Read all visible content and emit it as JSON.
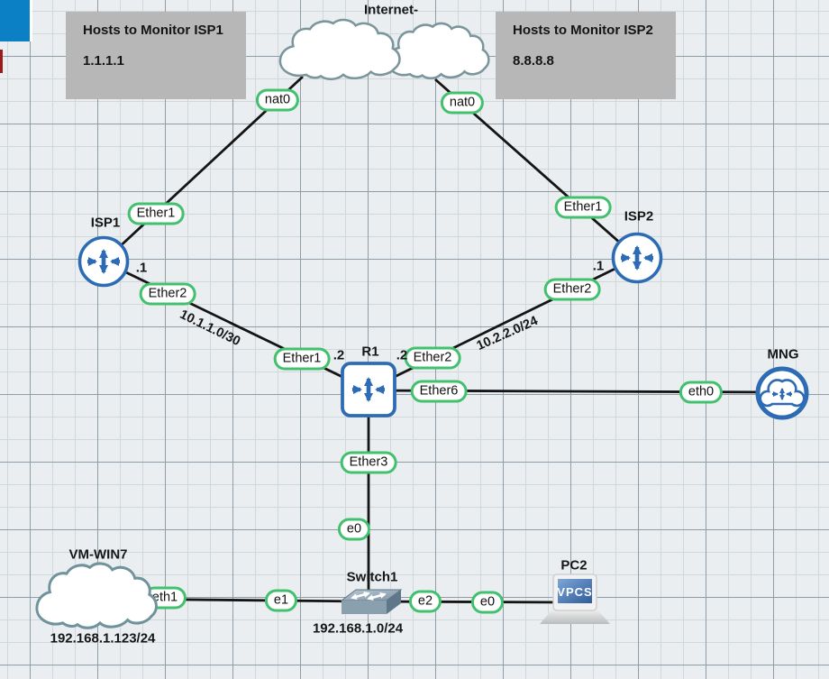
{
  "title": "GNS3 network topology canvas",
  "notes": [
    {
      "title": "Hosts to Monitor ISP1",
      "value": "1.1.1.1"
    },
    {
      "title": "Hosts to Monitor ISP2",
      "value": "8.8.8.8"
    }
  ],
  "nodes": {
    "internet": "Internet-",
    "isp1": "ISP1",
    "isp2": "ISP2",
    "r1": "R1",
    "mng": "MNG",
    "switch1": "Switch1",
    "pc2": "PC2",
    "vmwin7": "VM-WIN7"
  },
  "pills": {
    "nat0_isp1": "nat0",
    "nat0_isp2": "nat0",
    "isp1_ether1": "Ether1",
    "isp1_ether2": "Ether2",
    "isp2_ether1": "Ether1",
    "isp2_ether2": "Ether2",
    "r1_ether1": "Ether1",
    "r1_ether2": "Ether2",
    "r1_ether6": "Ether6",
    "r1_ether3": "Ether3",
    "mng_eth0": "eth0",
    "sw_e0": "e0",
    "sw_e1": "e1",
    "sw_e2": "e2",
    "pc2_e0": "e0",
    "vm_eth1": "eth1"
  },
  "annotations": {
    "isp1_host_ip": ".1",
    "isp2_host_ip": ".1",
    "r1_left_ip": ".2",
    "r1_right_ip": ".2",
    "net_isp1": "10.1.1.0/30",
    "net_isp2": "10.2.2.0/24",
    "lan_subnet": "192.168.1.0/24",
    "vm_ip": "192.168.1.123/24"
  },
  "pc2": {
    "screen_text": "VPCS"
  },
  "colors": {
    "pill_green": "#42c06e",
    "node_blue": "#2d6cb4",
    "cloud_border": "#7b959d",
    "note_gray": "#b7b7b7",
    "link_black": "#141414",
    "screen_blue": "#2f5c99",
    "artifact_blue": "#0b80c4",
    "artifact_red": "#9b1b1b"
  }
}
